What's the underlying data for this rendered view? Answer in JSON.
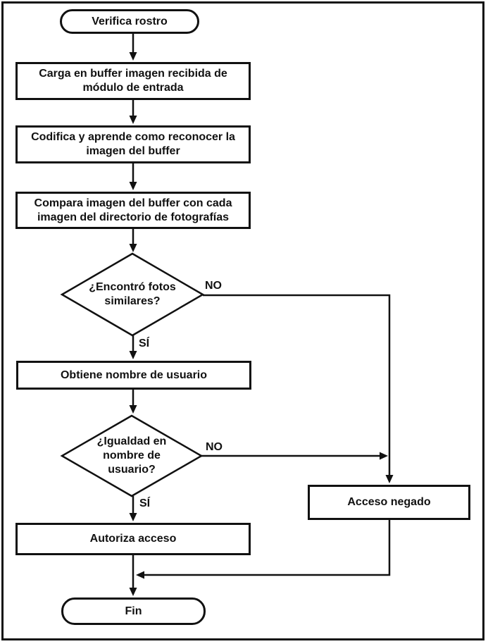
{
  "diagram": {
    "type": "flowchart",
    "colors": {
      "stroke": "#111111",
      "fill": "#ffffff",
      "text": "#111111"
    },
    "nodes": {
      "start": {
        "type": "terminator",
        "label": "Verifica rostro"
      },
      "load_buffer": {
        "type": "process",
        "label": "Carga en buffer imagen recibida de módulo de entrada",
        "lines": [
          "Carga en buffer imagen recibida de",
          "módulo de entrada"
        ]
      },
      "encode": {
        "type": "process",
        "label": "Codifica y aprende como reconocer la imagen del buffer",
        "lines": [
          "Codifica y aprende como reconocer la",
          "imagen del buffer"
        ]
      },
      "compare": {
        "type": "process",
        "label": "Compara imagen del buffer con cada imagen del directorio de fotografías",
        "lines": [
          "Compara imagen del buffer con cada",
          "imagen del directorio de fotografías"
        ]
      },
      "found_photos": {
        "type": "decision",
        "label": "¿Encontró fotos similares?",
        "lines": [
          "¿Encontró fotos",
          "similares?"
        ]
      },
      "get_username": {
        "type": "process",
        "label": "Obtiene nombre de usuario"
      },
      "username_match": {
        "type": "decision",
        "label": "¿Igualdad en nombre de usuario?",
        "lines": [
          "¿Igualdad en",
          "nombre de",
          "usuario?"
        ]
      },
      "authorize": {
        "type": "process",
        "label": "Autoriza acceso"
      },
      "deny": {
        "type": "process",
        "label": "Acceso negado"
      },
      "end": {
        "type": "terminator",
        "label": "Fin"
      }
    },
    "edge_labels": {
      "found_no": "NO",
      "found_yes": "SÍ",
      "match_no": "NO",
      "match_yes": "SÍ"
    },
    "edges": [
      {
        "from": "start",
        "to": "load_buffer",
        "label": ""
      },
      {
        "from": "load_buffer",
        "to": "encode",
        "label": ""
      },
      {
        "from": "encode",
        "to": "compare",
        "label": ""
      },
      {
        "from": "compare",
        "to": "found_photos",
        "label": ""
      },
      {
        "from": "found_photos",
        "to": "get_username",
        "label": "SÍ"
      },
      {
        "from": "found_photos",
        "to": "deny",
        "label": "NO"
      },
      {
        "from": "get_username",
        "to": "username_match",
        "label": ""
      },
      {
        "from": "username_match",
        "to": "authorize",
        "label": "SÍ"
      },
      {
        "from": "username_match",
        "to": "deny",
        "label": "NO"
      },
      {
        "from": "authorize",
        "to": "end",
        "label": ""
      },
      {
        "from": "deny",
        "to": "end",
        "label": ""
      }
    ]
  }
}
